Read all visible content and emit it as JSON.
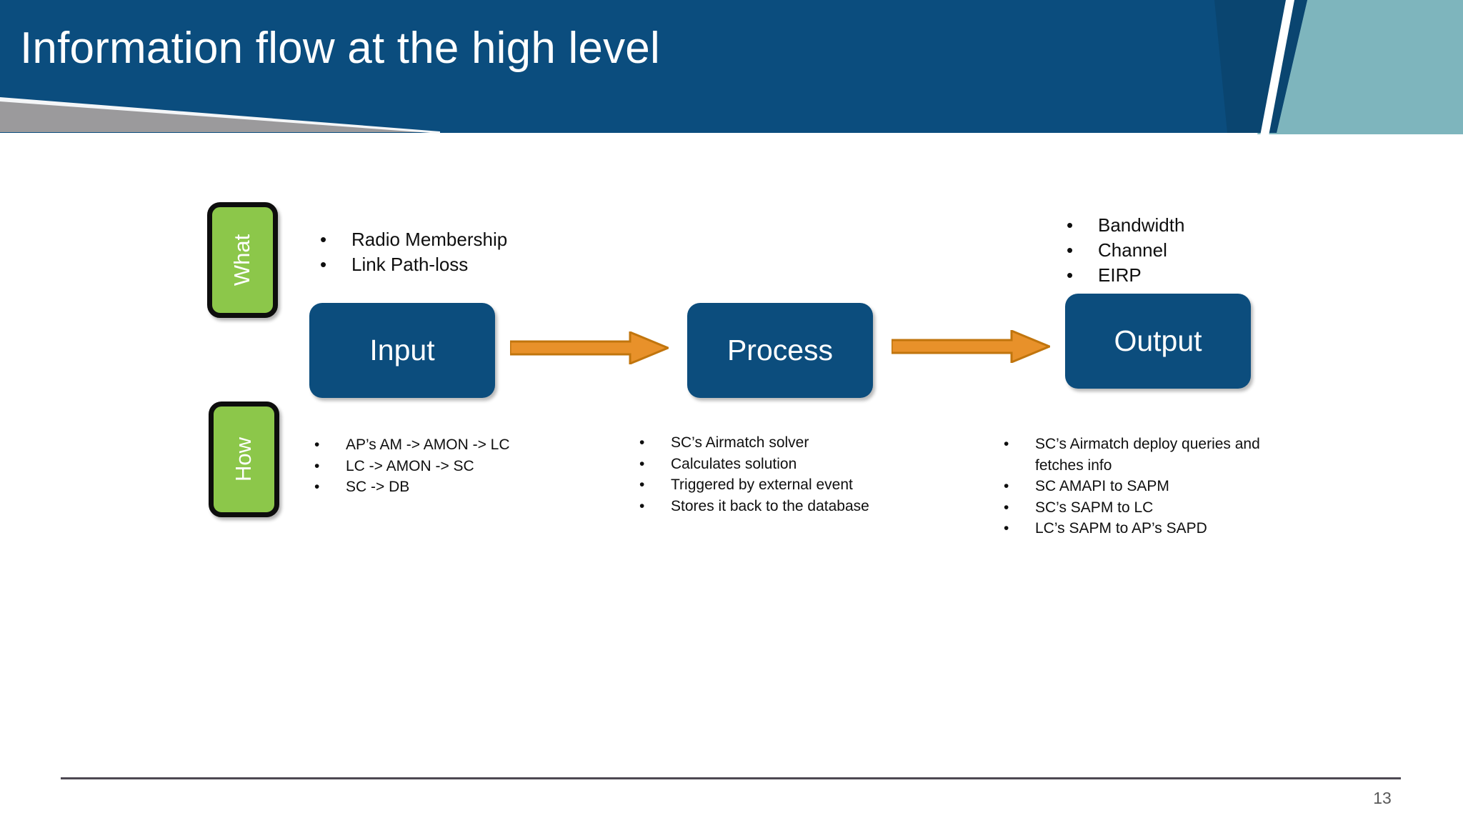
{
  "slide": {
    "title": "Information flow at the high level",
    "page_number": "13"
  },
  "colors": {
    "header_blue": "#0b4d7e",
    "header_blue_dark": "#083e68",
    "accent_teal": "#7eb5bd",
    "accent_gray": "#9b9a9c",
    "box_blue": "#0c4d7d",
    "tag_green": "#8cc74a",
    "arrow_orange": "#e8912a",
    "arrow_orange_outline": "#c1750d",
    "footer_rule": "#4d4852",
    "page_number_color": "#595959",
    "text_black": "#0f0f0f"
  },
  "diagram": {
    "stages": [
      {
        "id": "input",
        "label": "Input"
      },
      {
        "id": "process",
        "label": "Process"
      },
      {
        "id": "output",
        "label": "Output"
      }
    ],
    "arrows": [
      {
        "id": "arrow-input-to-process",
        "from": "input",
        "to": "process"
      },
      {
        "id": "arrow-process-to-output",
        "from": "process",
        "to": "output"
      }
    ],
    "tags": [
      {
        "id": "what",
        "label": "What"
      },
      {
        "id": "how",
        "label": "How"
      }
    ],
    "bullet_char": "•",
    "what_row": {
      "input_items": [
        "Radio Membership",
        "Link Path-loss"
      ],
      "process_items": [],
      "output_items": [
        "Bandwidth",
        "Channel",
        "EIRP"
      ]
    },
    "how_row": {
      "input_items": [
        "AP’s AM -> AMON -> LC",
        "LC -> AMON -> SC",
        "SC -> DB"
      ],
      "process_items": [
        "SC’s Airmatch solver",
        "Calculates solution",
        "Triggered by external event",
        "Stores it back to the database"
      ],
      "output_items": [
        "SC’s Airmatch deploy queries and fetches info",
        "SC AMAPI to SAPM",
        "SC’s SAPM to LC",
        "LC’s SAPM to AP’s SAPD"
      ]
    }
  }
}
